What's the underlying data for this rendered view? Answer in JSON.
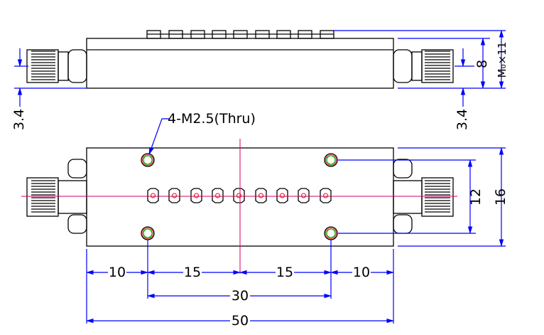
{
  "drawing": {
    "hole_note": "4-M2.5(Thru)",
    "side_view": {
      "height_label": "8",
      "connector_label": "M₀×11",
      "left_offset_label": "3.4",
      "right_offset_label": "3.4"
    },
    "top_view": {
      "hole_spacing_vertical_label": "12",
      "body_height_label": "16",
      "dim_left_label": "10",
      "dim_center_left_label": "15",
      "dim_center_right_label": "15",
      "dim_right_label": "10",
      "hole_spacing_horizontal_label": "30",
      "overall_length_label": "50"
    }
  },
  "colors": {
    "outline": "#000000",
    "dimension": "#0000ff",
    "centerline": "#cc0066",
    "hole_green": "#00aa00",
    "hole_red": "#ff0000"
  }
}
